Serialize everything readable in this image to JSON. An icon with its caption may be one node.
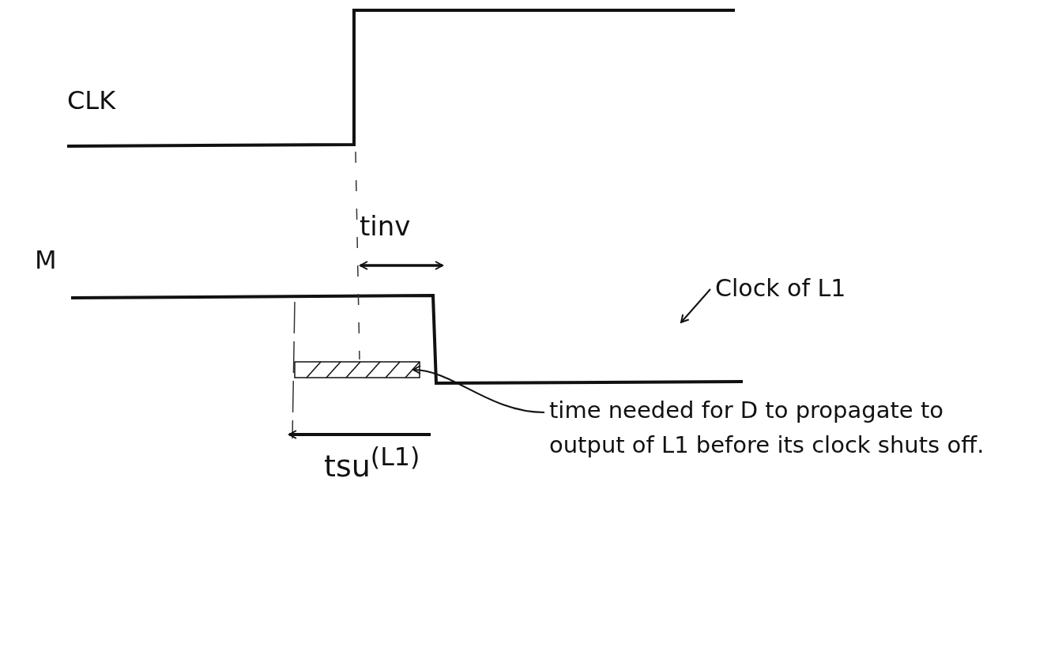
{
  "diagram": {
    "nodes": [
      {
        "text": [
          "Clock of L1"
        ]
      },
      {
        "text": [
          "time needed for D to propagate to output of L1 before its clock shuts off."
        ]
      },
      {
        "text": [],
        "shape": "bar"
      }
    ],
    "edges": [
      {
        "from": 0,
        "to": null,
        "arrow": "to"
      },
      {
        "from": 1,
        "to": 2,
        "arrow": "to"
      }
    ],
    "labels": [
      "CLK",
      "M",
      "tinv",
      "tsu$^{(L1)}$"
    ]
  }
}
